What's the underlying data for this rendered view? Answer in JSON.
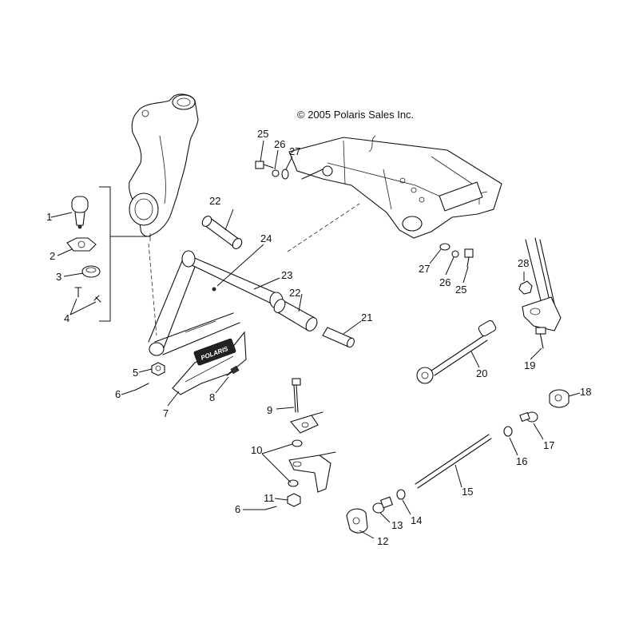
{
  "copyright": "© 2005 Polaris Sales Inc.",
  "plate_text": "POLARIS",
  "callouts": [
    {
      "id": "1",
      "label": "1"
    },
    {
      "id": "2",
      "label": "2"
    },
    {
      "id": "3",
      "label": "3"
    },
    {
      "id": "4",
      "label": "4"
    },
    {
      "id": "5",
      "label": "5"
    },
    {
      "id": "6a",
      "label": "6"
    },
    {
      "id": "6b",
      "label": "6"
    },
    {
      "id": "7",
      "label": "7"
    },
    {
      "id": "8",
      "label": "8"
    },
    {
      "id": "9",
      "label": "9"
    },
    {
      "id": "10",
      "label": "10"
    },
    {
      "id": "11",
      "label": "11"
    },
    {
      "id": "12",
      "label": "12"
    },
    {
      "id": "13",
      "label": "13"
    },
    {
      "id": "14",
      "label": "14"
    },
    {
      "id": "15",
      "label": "15"
    },
    {
      "id": "16",
      "label": "16"
    },
    {
      "id": "17",
      "label": "17"
    },
    {
      "id": "18",
      "label": "18"
    },
    {
      "id": "19",
      "label": "19"
    },
    {
      "id": "20",
      "label": "20"
    },
    {
      "id": "21",
      "label": "21"
    },
    {
      "id": "22a",
      "label": "22"
    },
    {
      "id": "22b",
      "label": "22"
    },
    {
      "id": "23",
      "label": "23"
    },
    {
      "id": "24",
      "label": "24"
    },
    {
      "id": "25a",
      "label": "25"
    },
    {
      "id": "25b",
      "label": "25"
    },
    {
      "id": "26a",
      "label": "26"
    },
    {
      "id": "26b",
      "label": "26"
    },
    {
      "id": "27a",
      "label": "27"
    },
    {
      "id": "27b",
      "label": "27"
    },
    {
      "id": "28",
      "label": "28"
    }
  ]
}
